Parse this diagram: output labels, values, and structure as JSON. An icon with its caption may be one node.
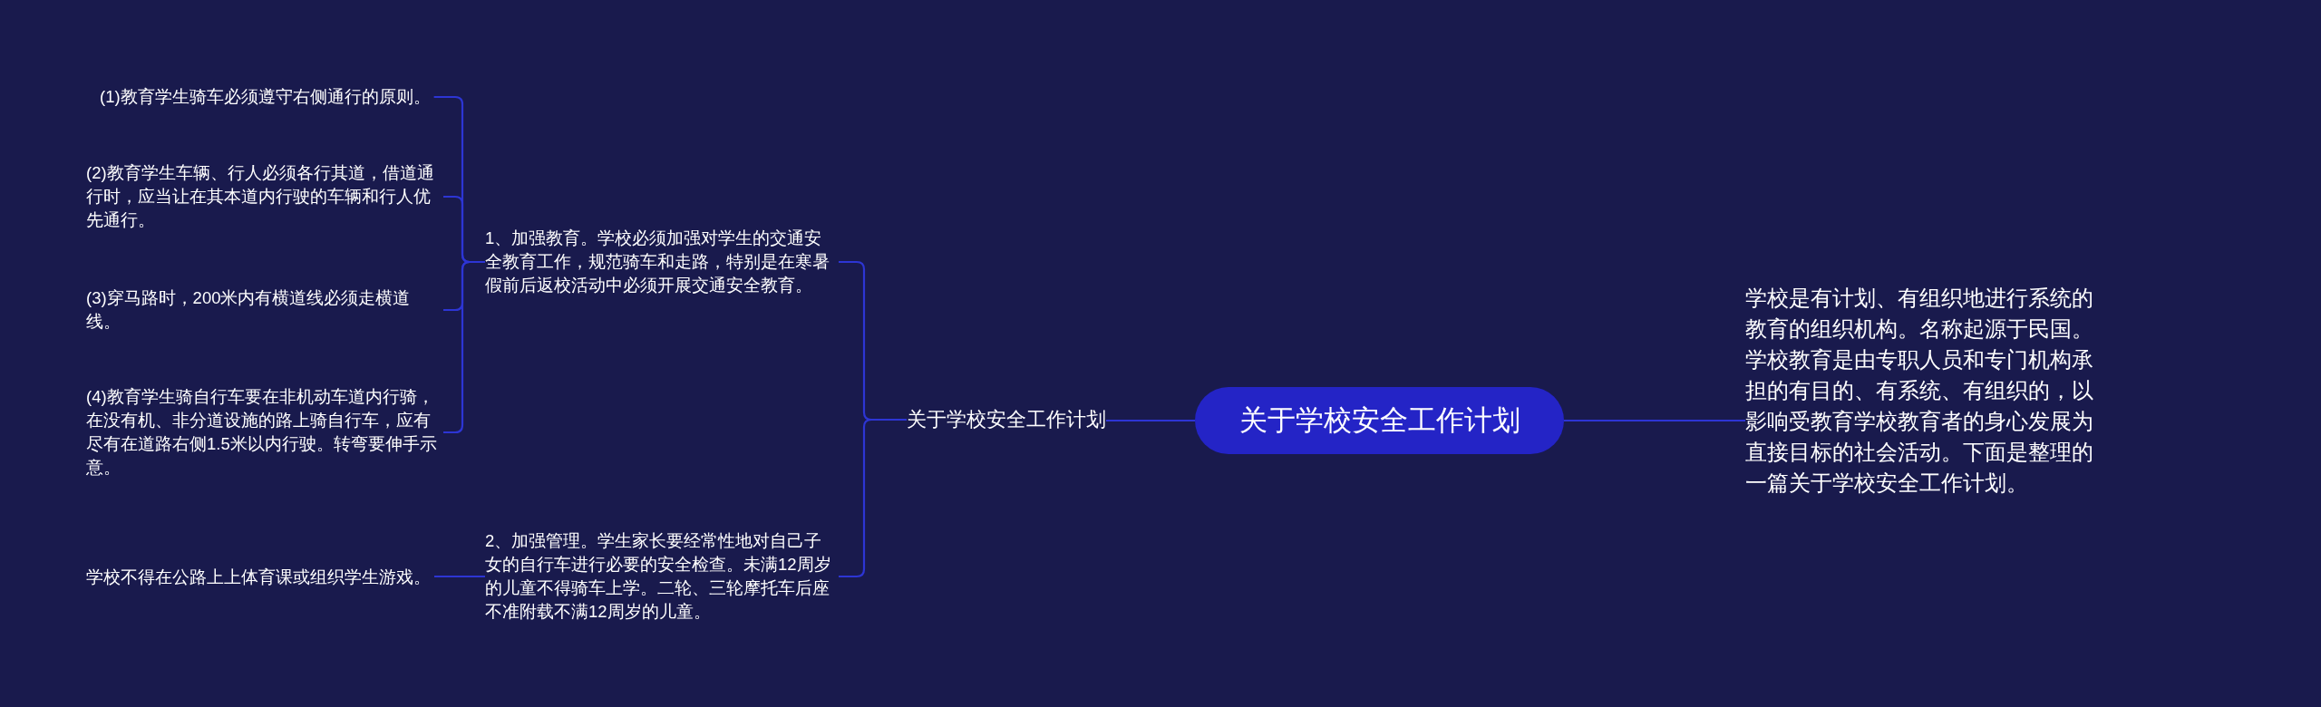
{
  "diagram": {
    "nodes": [
      {
        "text": [
          "关于学校安全工作计划"
        ]
      },
      {
        "text": [
          "学校是有计划、有组织地进行系统的教育的组织机构。名称起源于民国。学校教育是由专职人员和专门机构承担的有目的、有系统、有组织的，以影响受教育学校教育者的身心发展为直接目标的社会活动。下面是整理的一篇关于学校安全工作计划。"
        ]
      },
      {
        "text": [
          "关于学校安全工作计划"
        ]
      },
      {
        "text": [
          "1、加强教育。学校必须加强对学生的交通安全教育工作，规范骑车和走路，特别是在寒暑假前后返校活动中必须开展交通安全教育。"
        ]
      },
      {
        "text": [
          "2、加强管理。学生家长要经常性地对自己子女的自行车进行必要的安全检查。未满12周岁的儿童不得骑车上学。二轮、三轮摩托车后座不准附载不满12周岁的儿童。"
        ]
      },
      {
        "text": [
          "(1)教育学生骑车必须遵守右侧通行的原则。"
        ]
      },
      {
        "text": [
          "(2)教育学生车辆、行人必须各行其道，借道通行时，应当让在其本道内行驶的车辆和行人优先通行。"
        ]
      },
      {
        "text": [
          "(3)穿马路时，200米内有横道线必须走横道线。"
        ]
      },
      {
        "text": [
          "(4)教育学生骑自行车要在非机动车道内行骑，在没有机、非分道设施的路上骑自行车，应有尽有在道路右侧1.5米以内行驶。转弯要伸手示意。"
        ]
      },
      {
        "text": [
          "学校不得在公路上上体育课或组织学生游戏。"
        ]
      }
    ],
    "edges": [
      {
        "from": 0,
        "to": 1,
        "arrow": "none"
      },
      {
        "from": 0,
        "to": 2,
        "arrow": "none"
      },
      {
        "from": 2,
        "to": 3,
        "arrow": "none"
      },
      {
        "from": 2,
        "to": 4,
        "arrow": "none"
      },
      {
        "from": 3,
        "to": 5,
        "arrow": "none"
      },
      {
        "from": 3,
        "to": 6,
        "arrow": "none"
      },
      {
        "from": 3,
        "to": 7,
        "arrow": "none"
      },
      {
        "from": 3,
        "to": 8,
        "arrow": "none"
      },
      {
        "from": 4,
        "to": 9,
        "arrow": "none"
      }
    ]
  }
}
